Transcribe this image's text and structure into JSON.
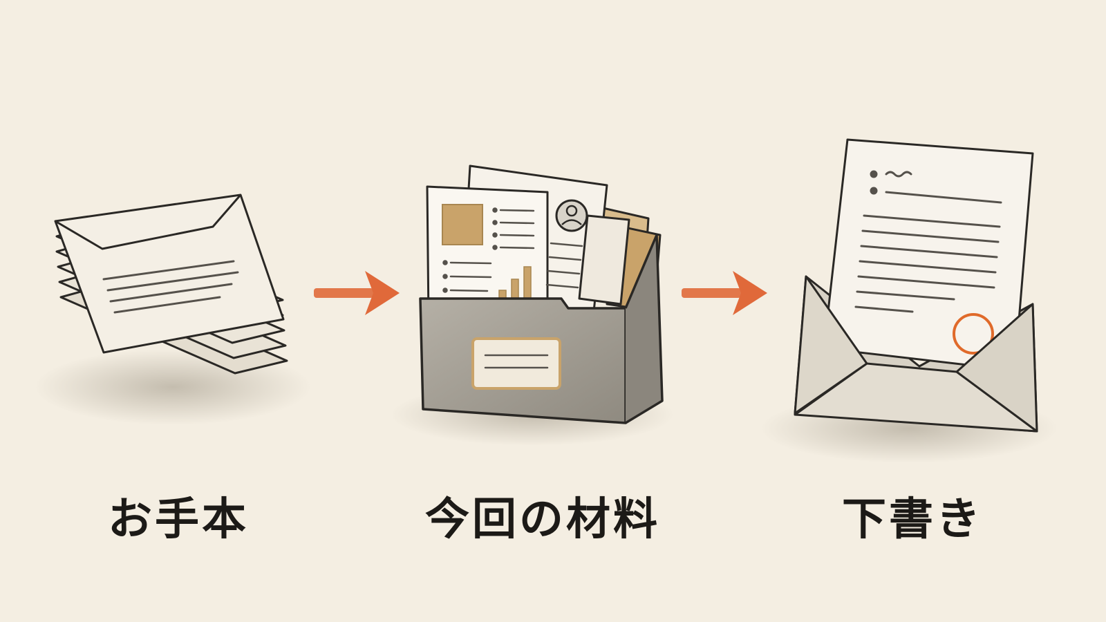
{
  "steps": [
    {
      "label": "お手本",
      "icon": "envelope-stack-icon"
    },
    {
      "label": "今回の材料",
      "icon": "document-folder-icon"
    },
    {
      "label": "下書き",
      "icon": "letter-in-envelope-icon"
    }
  ],
  "connectors": [
    "arrow-right-icon",
    "arrow-right-icon"
  ],
  "colors": {
    "background": "#f4eee2",
    "ink": "#2a2825",
    "arrow": "#e0693a",
    "accent": "#c9a36a",
    "seal": "#e06a2a"
  }
}
